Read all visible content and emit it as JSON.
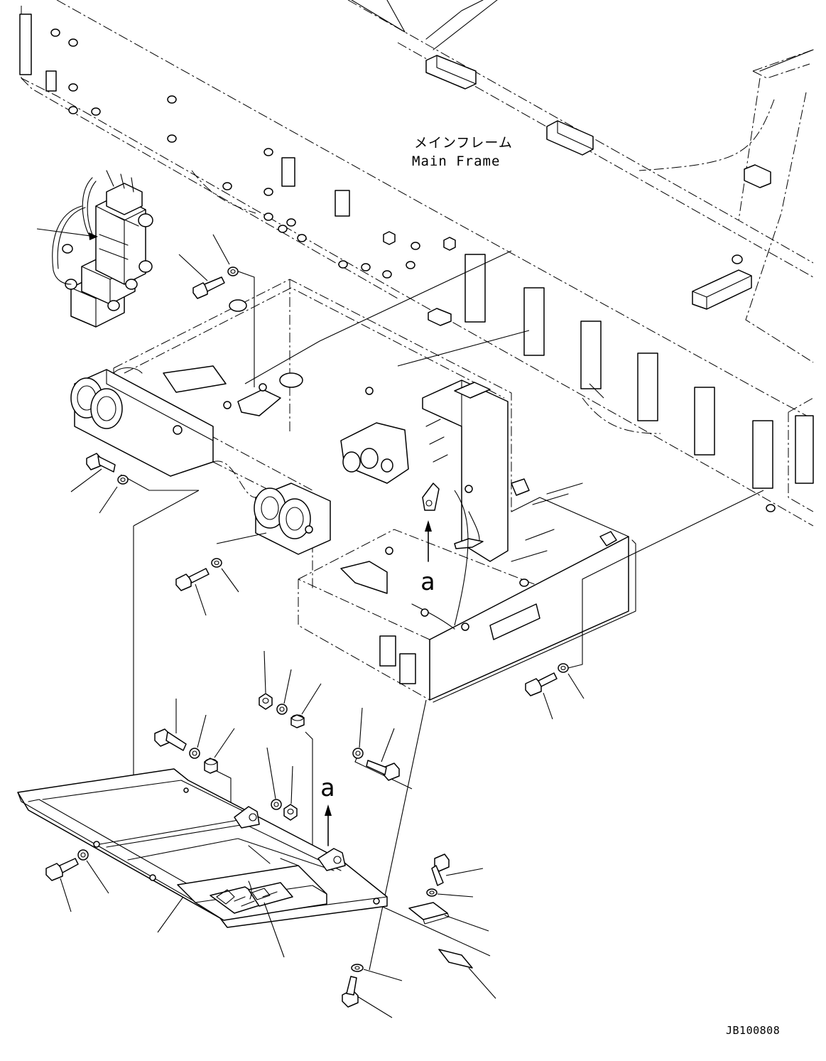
{
  "labels": {
    "main_frame_jp": "メインフレーム",
    "main_frame_en": "Main Frame",
    "view_marker": "a",
    "drawing_number": "JB100808"
  }
}
